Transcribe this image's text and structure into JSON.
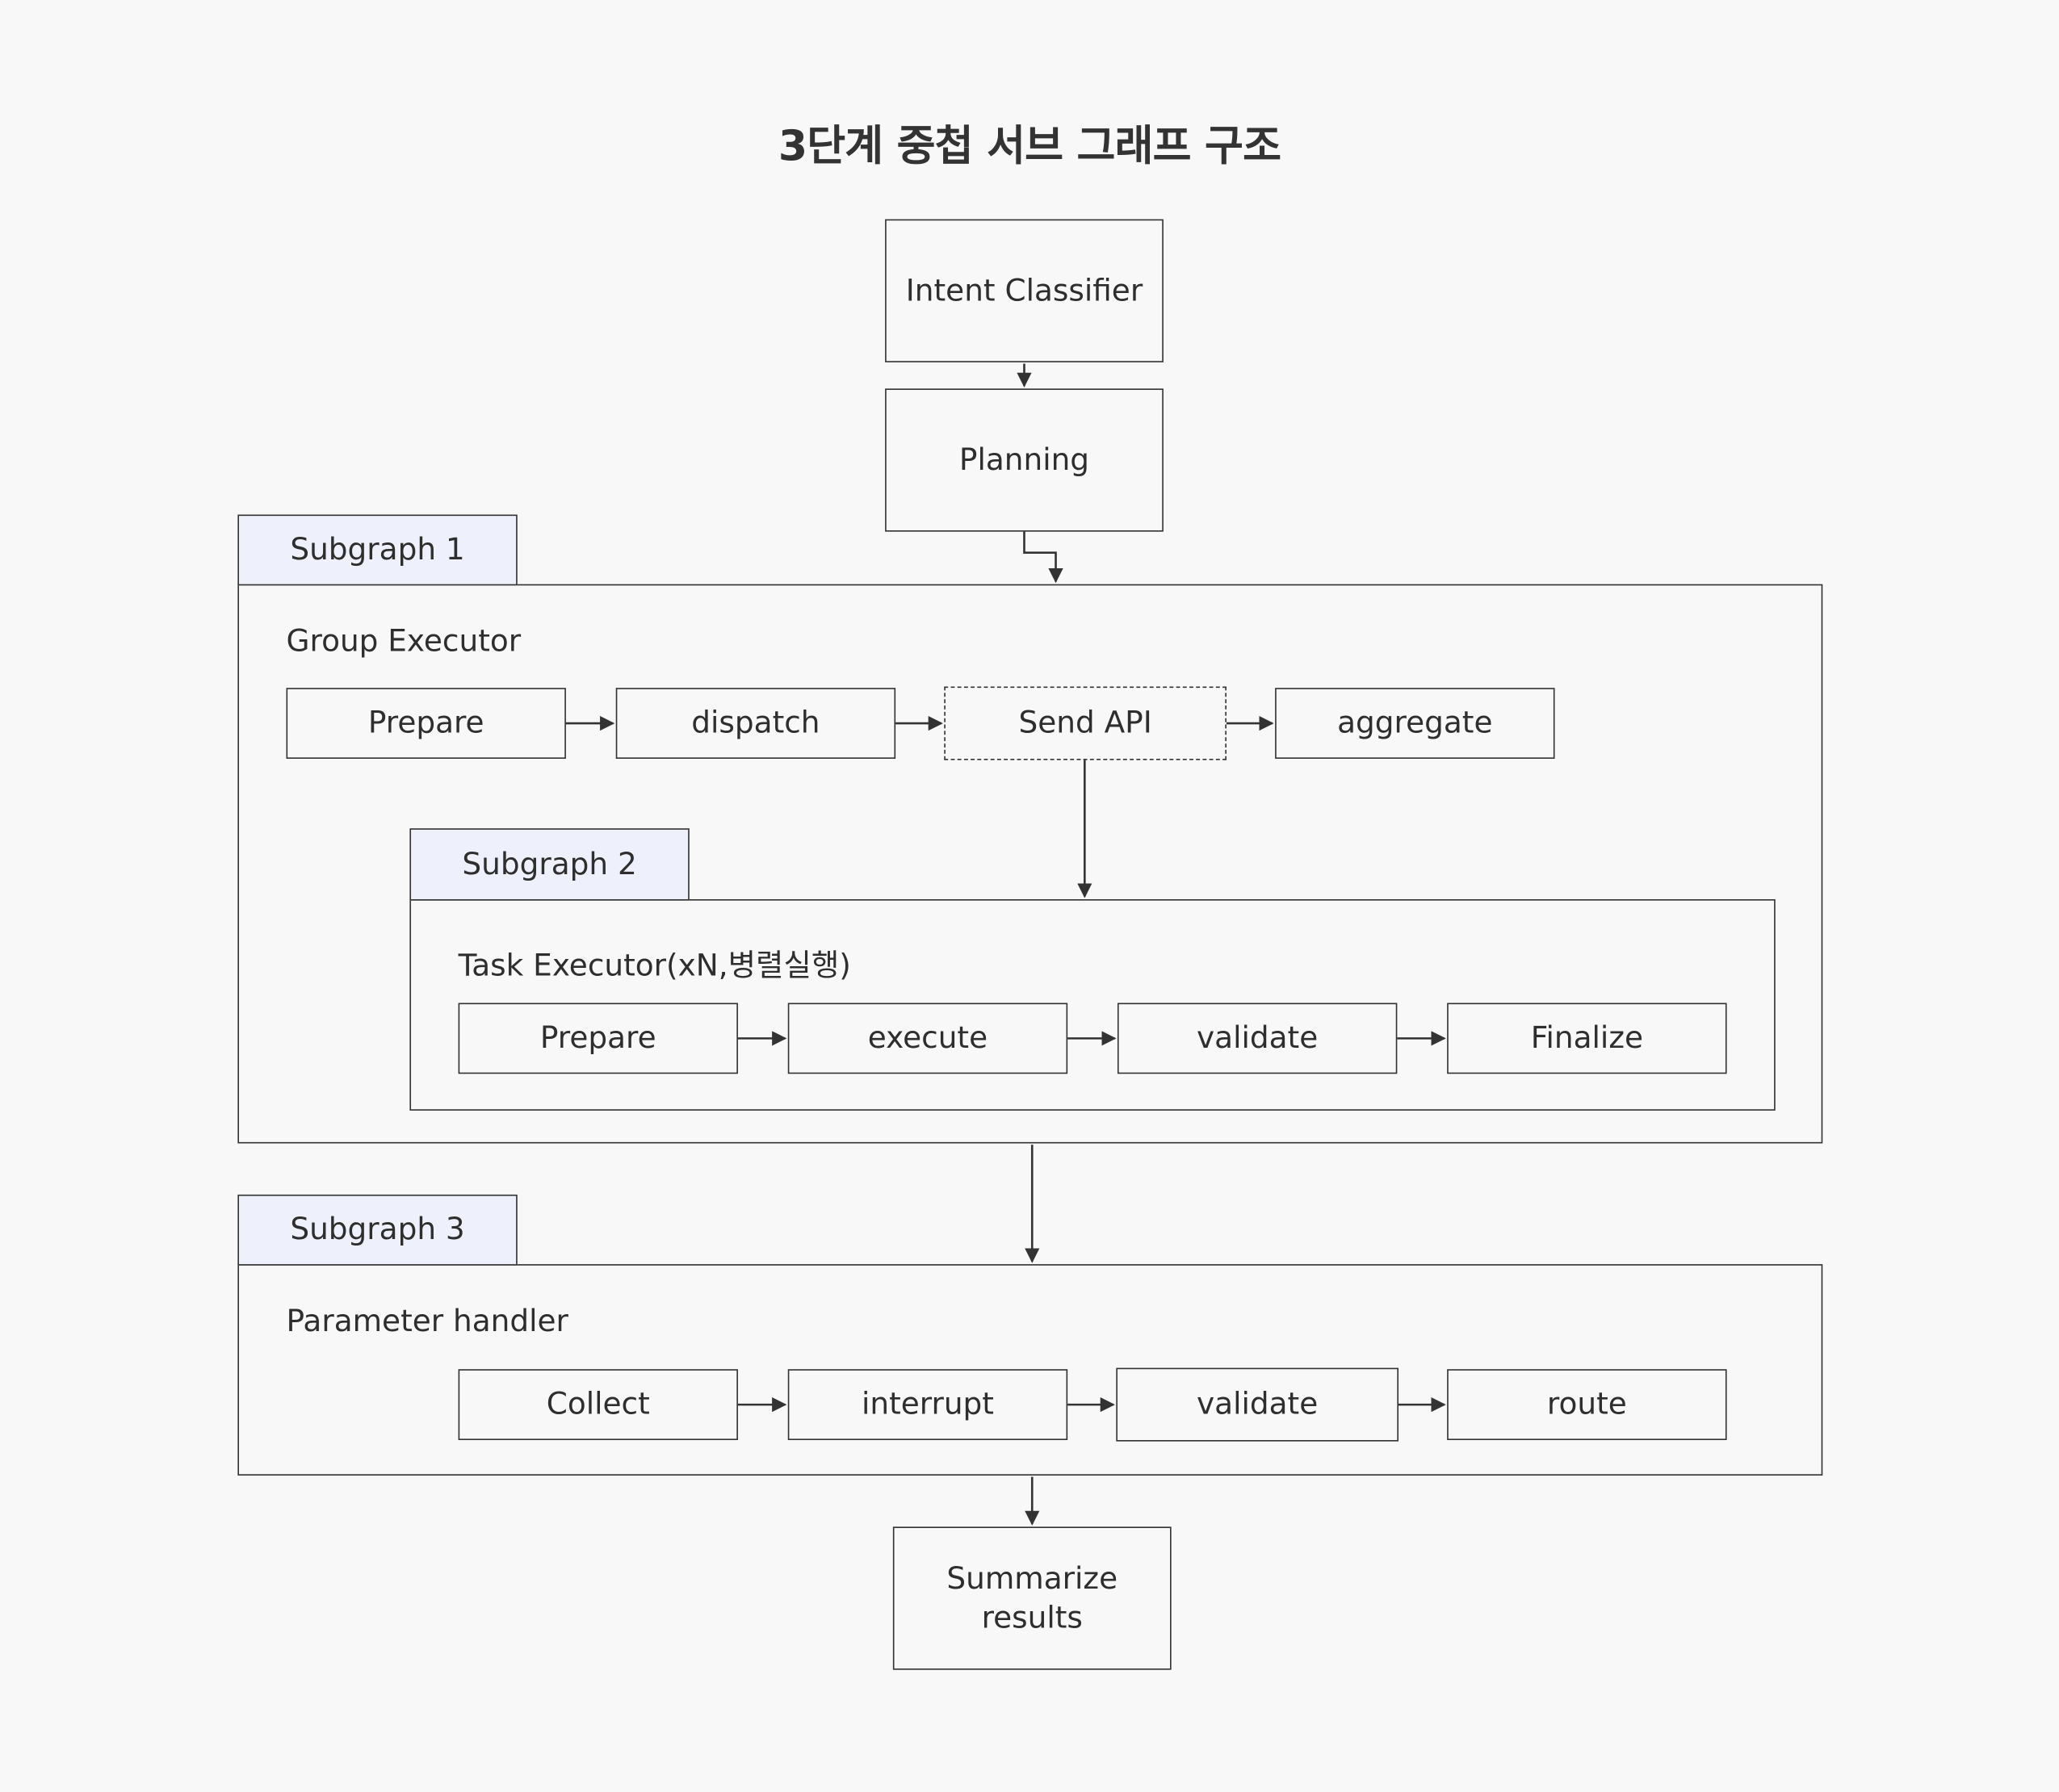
{
  "title": "3단계 중첩 서브 그래프 구조",
  "nodes": {
    "intent": "Intent Classifier",
    "planning": "Planning",
    "summarize": "Summarize\nresults"
  },
  "subgraph1": {
    "tab": "Subgraph 1",
    "label": "Group Executor",
    "steps": [
      "Prepare",
      "dispatch",
      "Send API",
      "aggregate"
    ]
  },
  "subgraph2": {
    "tab": "Subgraph 2",
    "label": "Task Executor(xN,병렬실행)",
    "steps": [
      "Prepare",
      "execute",
      "validate",
      "Finalize"
    ]
  },
  "subgraph3": {
    "tab": "Subgraph 3",
    "label": "Parameter handler",
    "steps": [
      "Collect",
      "interrupt",
      "validate",
      "route"
    ]
  },
  "colors": {
    "background": "#f8f8f8",
    "stroke": "#333333",
    "tab_fill": "#eef0fb"
  }
}
